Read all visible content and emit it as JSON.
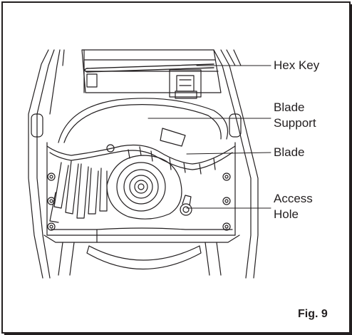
{
  "labels": {
    "hex_key": "Hex Key",
    "blade_support_line1": "Blade",
    "blade_support_line2": "Support",
    "blade": "Blade",
    "access_hole_line1": "Access",
    "access_hole_line2": "Hole"
  },
  "figure_number": "Fig. 9",
  "colors": {
    "line": "#231f20",
    "background": "#ffffff"
  }
}
